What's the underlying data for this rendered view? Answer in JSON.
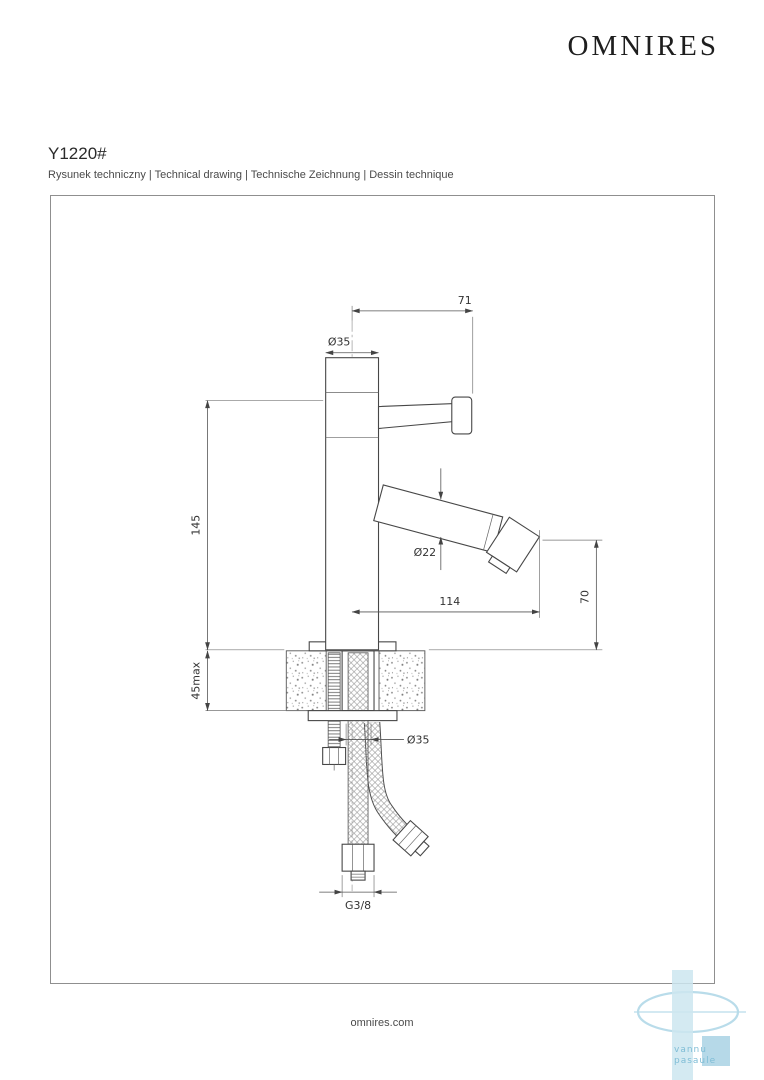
{
  "header": {
    "brand": "OMNIRES",
    "product_code": "Y1220#",
    "subtitle": "Rysunek techniczny | Technical drawing | Technische Zeichnung | Dessin technique"
  },
  "drawing": {
    "dims": {
      "handle_length": "71",
      "top_diameter": "Ø35",
      "body_height": "145",
      "spout_diameter": "Ø22",
      "spout_reach": "114",
      "outlet_height": "70",
      "deck_thickness": "45max",
      "base_diameter": "Ø35",
      "hose_thread": "G3/8"
    }
  },
  "footer": {
    "website": "omnires.com"
  },
  "watermark": {
    "line1": "vannu",
    "line2": "pasaule"
  },
  "colors": {
    "line": "#4a4a4a",
    "watermark_blue": "#aed5e6"
  }
}
